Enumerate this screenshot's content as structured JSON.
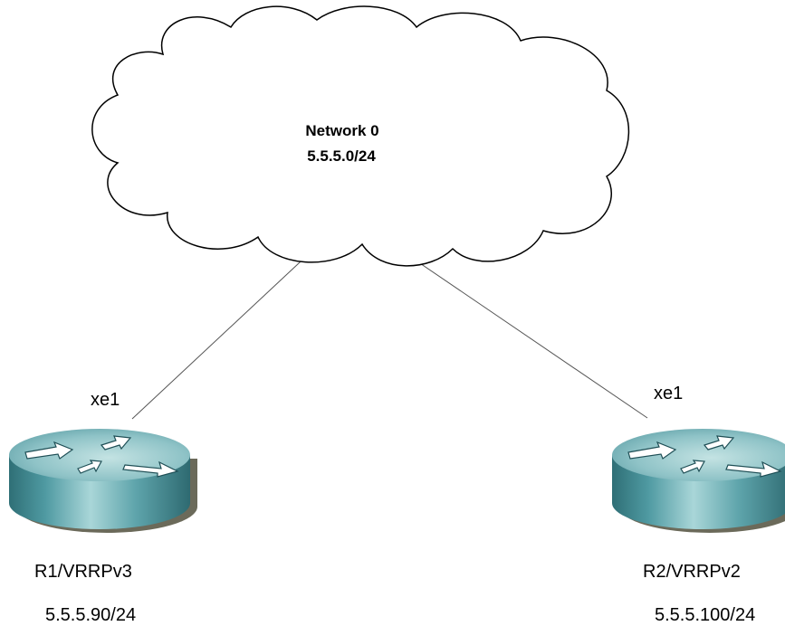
{
  "network": {
    "name": "Network 0",
    "subnet": "5.5.5.0/24"
  },
  "routers": [
    {
      "interface": "xe1",
      "name": "R1/VRRPv3",
      "address": "5.5.5.90/24",
      "icon": "router-icon"
    },
    {
      "interface": "xe1",
      "name": "R2/VRRPv2",
      "address": "5.5.5.100/24",
      "icon": "router-icon"
    }
  ],
  "colors": {
    "router_body": "#3f8a93",
    "router_top": "#8cc3c6",
    "router_shadow": "#6f6f5f",
    "link": "#555555",
    "cloud_stroke": "#000000"
  }
}
